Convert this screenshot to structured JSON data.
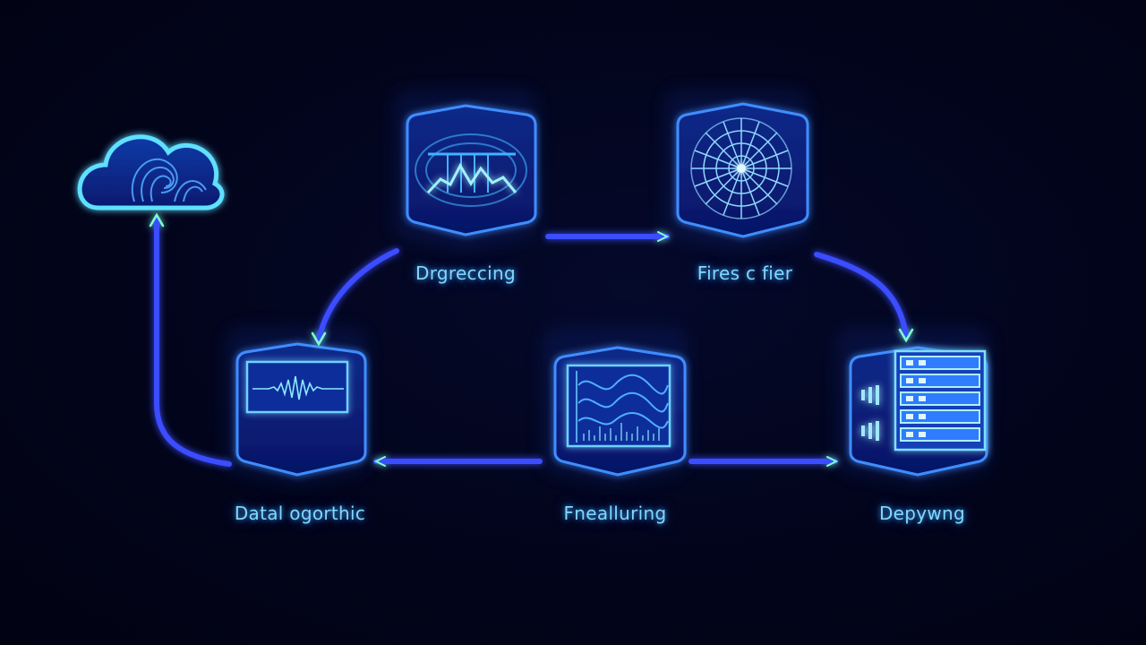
{
  "labels": {
    "preprocessing": "Drgreccing",
    "features": "Fires c fier",
    "data_logging": "Datal ogorthic",
    "feature_learning": "Fnealluring",
    "deploying": "Depywng"
  },
  "colors": {
    "background": "#02051a",
    "glow_blue": "#2a6bff",
    "cyan": "#5fe0ff",
    "arrow": "#3a4dff",
    "arrow_tip": "#7fffd0"
  },
  "icons": {
    "cloud": "cloud-icon",
    "chart": "line-chart-icon",
    "globe": "web-network-icon",
    "signal": "waveform-monitor-icon",
    "waves": "wave-chart-icon",
    "server": "server-rack-icon"
  }
}
